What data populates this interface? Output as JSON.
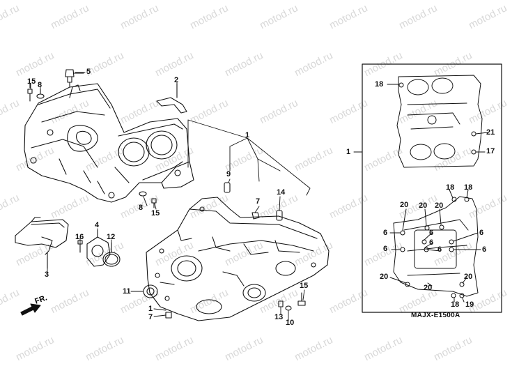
{
  "watermark_text": "motod.ru",
  "diagram_code": "MAJX-E1500A",
  "front_label": "FR.",
  "callouts": [
    "1",
    "2",
    "3",
    "4",
    "5",
    "6",
    "7",
    "8",
    "9",
    "10",
    "11",
    "12",
    "13",
    "14",
    "15",
    "16",
    "17",
    "18",
    "19",
    "20",
    "21"
  ],
  "parts": {
    "upper_crankcase": "upper-crankcase",
    "lower_crankcase": "lower-crankcase",
    "inset_upper_view": "inset-upper-crankcase",
    "inset_lower_view": "inset-lower-crankcase"
  }
}
